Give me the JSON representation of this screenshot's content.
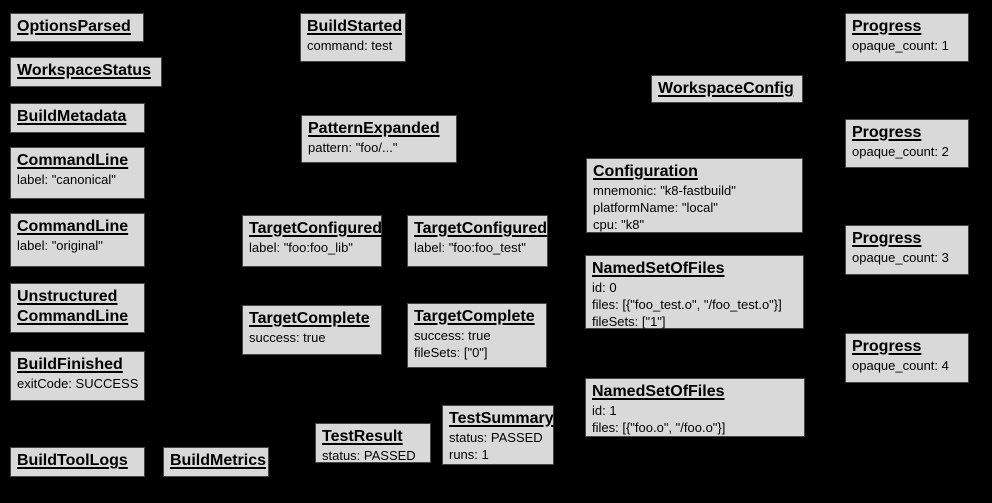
{
  "diagram": {
    "description": "Build event graph of build tool events",
    "colors": {
      "background": "#000000",
      "node_fill": "#d9d9d9",
      "node_border": "#444444",
      "text": "#000000"
    }
  },
  "nodes": [
    {
      "title": "OptionsParsed",
      "lines": []
    },
    {
      "title": "WorkspaceStatus",
      "lines": []
    },
    {
      "title": "BuildMetadata",
      "lines": []
    },
    {
      "title": "CommandLine",
      "lines": [
        "label: \"canonical\""
      ]
    },
    {
      "title": "CommandLine",
      "lines": [
        "label: \"original\""
      ]
    },
    {
      "title": "Unstructured CommandLine",
      "lines": []
    },
    {
      "title": "BuildFinished",
      "lines": [
        "exitCode: SUCCESS"
      ]
    },
    {
      "title": "BuildToolLogs",
      "lines": []
    },
    {
      "title": "BuildMetrics",
      "lines": []
    },
    {
      "title": "BuildStarted",
      "lines": [
        "command: test"
      ]
    },
    {
      "title": "PatternExpanded",
      "lines": [
        "pattern: \"foo/...\""
      ]
    },
    {
      "title": "TargetConfigured",
      "lines": [
        "label: \"foo:foo_lib\""
      ]
    },
    {
      "title": "TargetConfigured",
      "lines": [
        "label: \"foo:foo_test\""
      ]
    },
    {
      "title": "TargetComplete",
      "lines": [
        "success: true"
      ]
    },
    {
      "title": "TargetComplete",
      "lines": [
        "success: true",
        "fileSets: [\"0\"]"
      ]
    },
    {
      "title": "TestResult",
      "lines": [
        "status: PASSED"
      ]
    },
    {
      "title": "TestSummary",
      "lines": [
        "status: PASSED",
        "runs: 1"
      ]
    },
    {
      "title": "WorkspaceConfig",
      "lines": []
    },
    {
      "title": "Configuration",
      "lines": [
        "mnemonic: \"k8-fastbuild\"",
        "platformName: \"local\"",
        "cpu: \"k8\""
      ]
    },
    {
      "title": "NamedSetOfFiles",
      "lines": [
        "id: 0",
        "files: [{\"foo_test.o\", \"/foo_test.o\"}]",
        "fileSets: [\"1\"]"
      ]
    },
    {
      "title": "NamedSetOfFiles",
      "lines": [
        "id: 1",
        "files: [{\"foo.o\", \"/foo.o\"}]"
      ]
    },
    {
      "title": "Progress",
      "lines": [
        "opaque_count: 1"
      ]
    },
    {
      "title": "Progress",
      "lines": [
        "opaque_count: 2"
      ]
    },
    {
      "title": "Progress",
      "lines": [
        "opaque_count: 3"
      ]
    },
    {
      "title": "Progress",
      "lines": [
        "opaque_count: 4"
      ]
    }
  ]
}
